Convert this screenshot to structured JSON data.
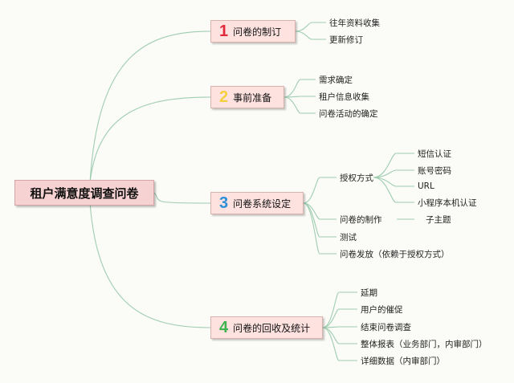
{
  "root": {
    "title": "租户满意度调查问卷"
  },
  "branches": [
    {
      "number": "1",
      "number_color": "#e02a3b",
      "label": "问卷的制订",
      "items": [
        {
          "label": "往年资料收集"
        },
        {
          "label": "更新修订"
        }
      ]
    },
    {
      "number": "2",
      "number_color": "#f4d03f",
      "label": "事前准备",
      "items": [
        {
          "label": "需求确定"
        },
        {
          "label": "租户信息收集"
        },
        {
          "label": "问卷活动的确定"
        }
      ]
    },
    {
      "number": "3",
      "number_color": "#2b8fd8",
      "label": "问卷系统设定",
      "items": [
        {
          "label": "授权方式",
          "children": [
            {
              "label": "短信认证"
            },
            {
              "label": "账号密码"
            },
            {
              "label": "URL"
            },
            {
              "label": "小程序本机认证"
            }
          ]
        },
        {
          "label": "问卷的制作",
          "children": [
            {
              "label": "子主题"
            }
          ]
        },
        {
          "label": "测试"
        },
        {
          "label": "问卷发放（依赖于授权方式）"
        }
      ]
    },
    {
      "number": "4",
      "number_color": "#3fb34f",
      "label": "问卷的回收及统计",
      "items": [
        {
          "label": "延期"
        },
        {
          "label": "用户的催促"
        },
        {
          "label": "结束问卷调查"
        },
        {
          "label": "整体报表（业务部门，内审部门）"
        },
        {
          "label": "详细数据（内审部门）"
        }
      ]
    }
  ],
  "colors": {
    "line": "#9fcdb1",
    "root_bg": "#f7d2d2",
    "branch_bg": "#fde2e0"
  }
}
